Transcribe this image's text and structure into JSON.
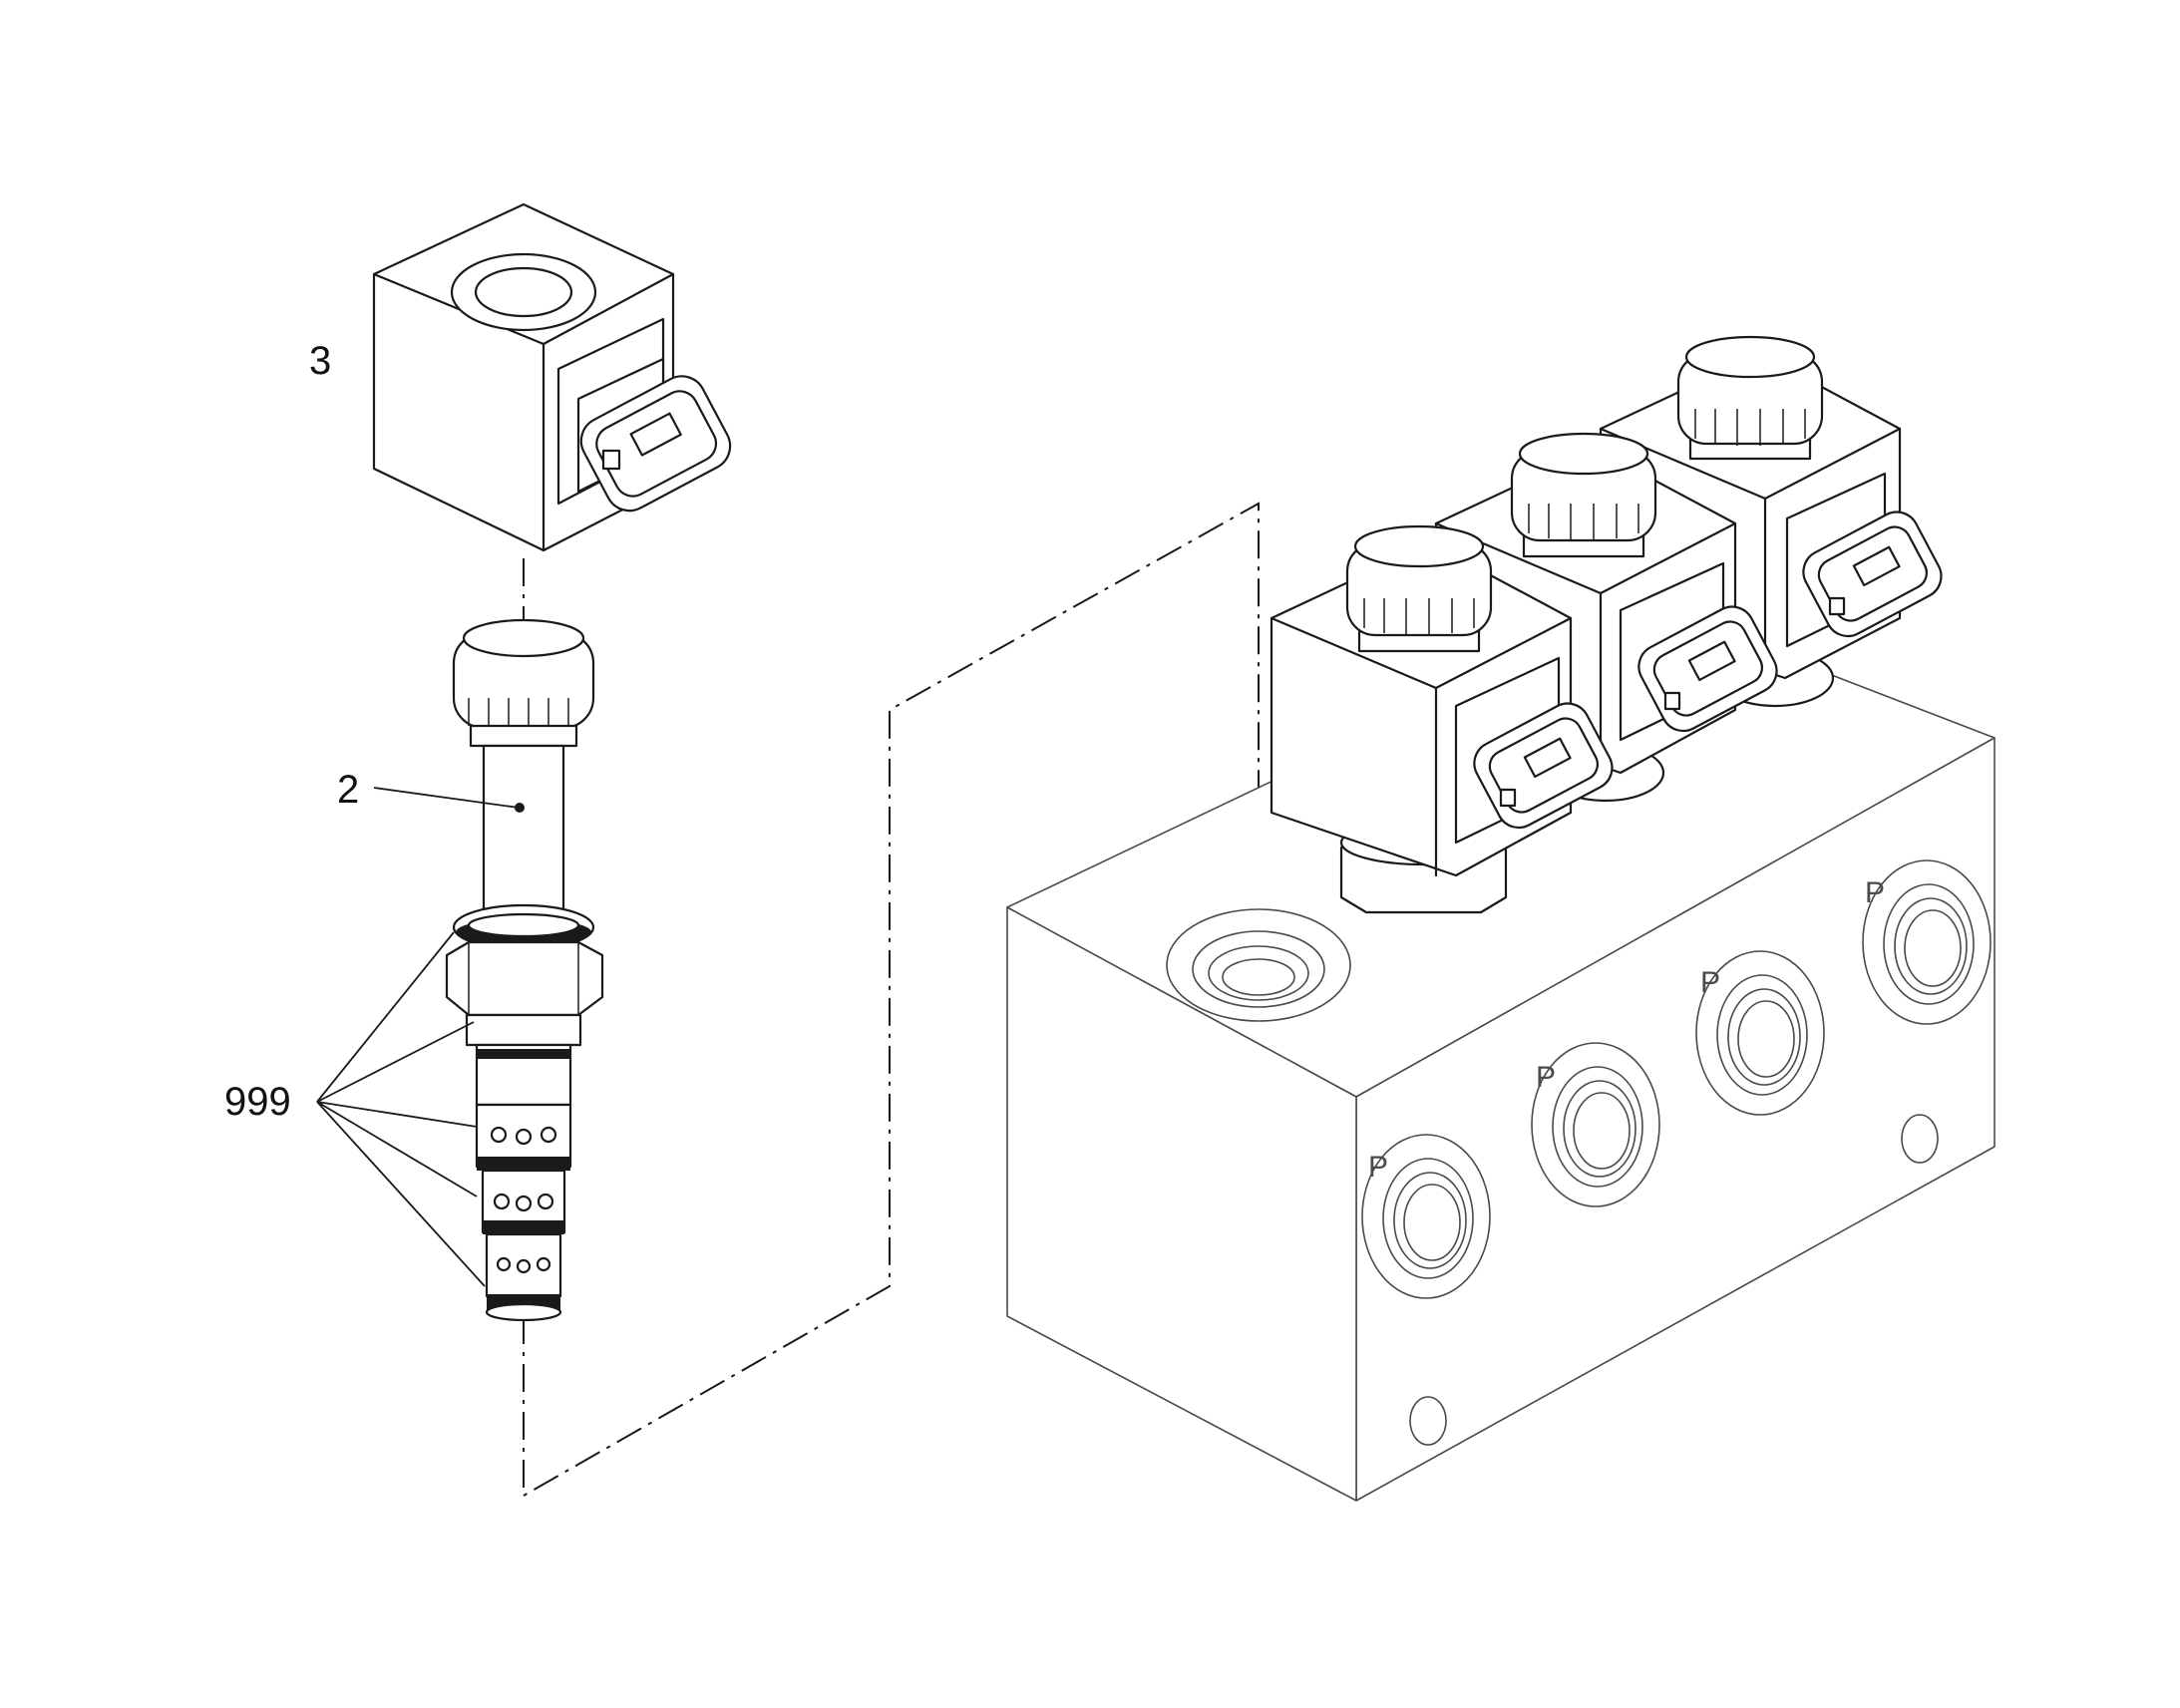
{
  "callouts": {
    "coil": "3",
    "cartridge": "2",
    "seal_kit": "999"
  },
  "port_labels": [
    "P",
    "P",
    "P",
    "P"
  ]
}
